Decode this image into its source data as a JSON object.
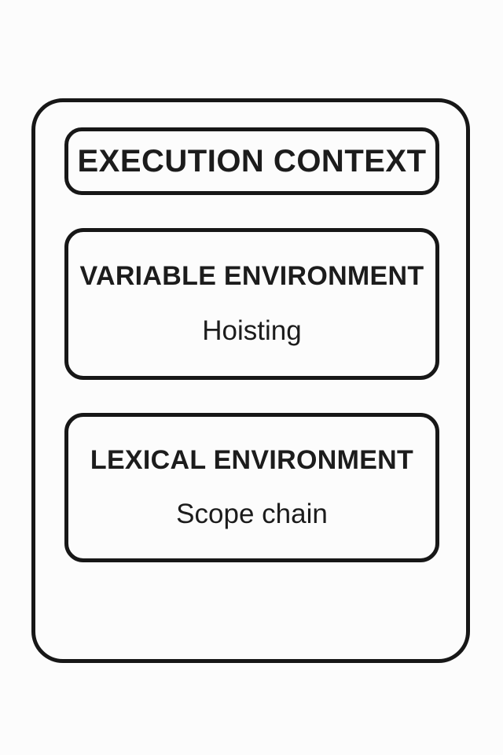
{
  "colors": {
    "border": "#171717",
    "background": "#fcfcfc",
    "text": "#1c1c1c"
  },
  "execution_context": {
    "label": "EXECUTION CONTEXT",
    "children": [
      {
        "label": "VARIABLE ENVIRONMENT",
        "sublabel": "Hoisting"
      },
      {
        "label": "LEXICAL ENVIRONMENT",
        "sublabel": "Scope chain"
      }
    ]
  }
}
